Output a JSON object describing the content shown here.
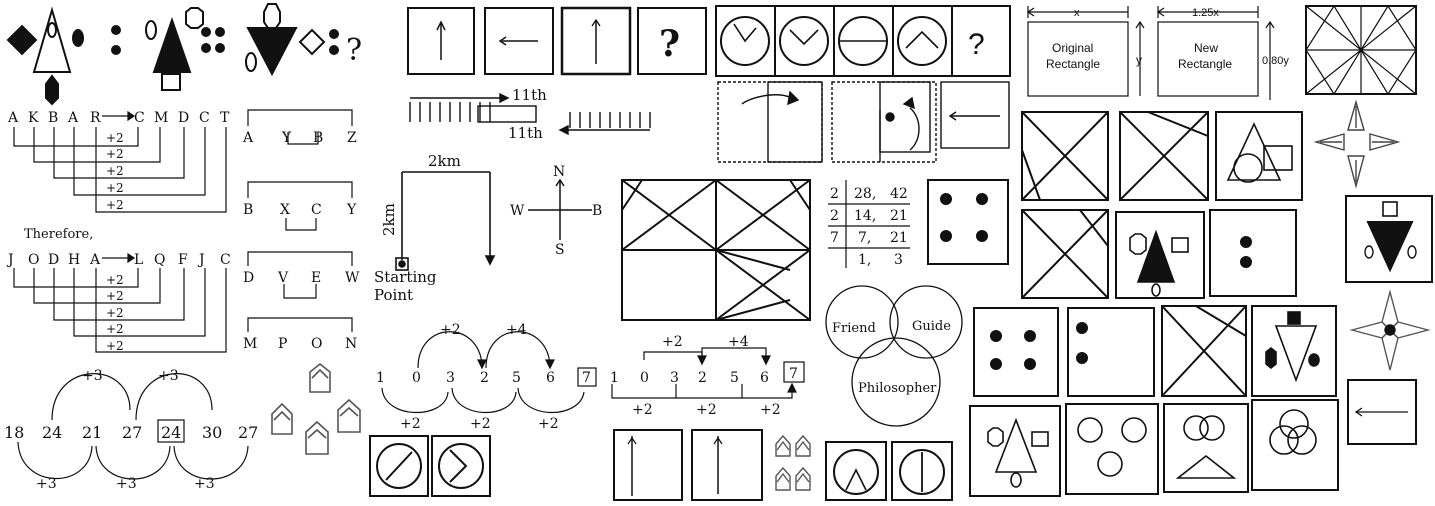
{
  "letters": {
    "row1": [
      "A",
      "K",
      "B",
      "A",
      "R",
      "C",
      "M",
      "D",
      "C",
      "T"
    ],
    "row2": [
      "J",
      "O",
      "D",
      "H",
      "A",
      "L",
      "Q",
      "F",
      "J",
      "C"
    ],
    "plus": "+2",
    "therefore": "Therefore,"
  },
  "pairs": [
    {
      "l": "A",
      "a": "Y",
      "b": "B",
      "r": "Z"
    },
    {
      "l": "B",
      "a": "X",
      "b": "C",
      "r": "Y"
    },
    {
      "l": "D",
      "a": "V",
      "b": "E",
      "r": "W"
    },
    {
      "l": "M",
      "a": "P",
      "b": "O",
      "r": "N"
    }
  ],
  "series1": {
    "nums": [
      "18",
      "24",
      "21",
      "27",
      "24",
      "30",
      "27"
    ],
    "step": "+3"
  },
  "series2": {
    "nums": [
      "1",
      "0",
      "3",
      "2",
      "5",
      "6",
      "7"
    ],
    "step_a": "+2",
    "step_b": "+4",
    "step_c": "+2"
  },
  "question_mark": "?",
  "ranks": [
    "11th",
    "11th"
  ],
  "distance": {
    "top": "2km",
    "side": "2km",
    "start1": "Starting",
    "start2": "Point"
  },
  "compass": {
    "n": "N",
    "s": "S",
    "e": "B",
    "w": "W"
  },
  "division": [
    [
      "2",
      "28,",
      "42"
    ],
    [
      "2",
      "14,",
      "21"
    ],
    [
      "7",
      "7,",
      "21"
    ],
    [
      "",
      "1,",
      "3"
    ]
  ],
  "venn": {
    "a": "Friend",
    "b": "Guide",
    "c": "Philosopher"
  },
  "rect": {
    "w1": "x",
    "w2": "1.25x",
    "h1": "y",
    "h2": "0.80y",
    "label1a": "Original",
    "label1b": "Rectangle",
    "label2a": "New",
    "label2b": "Rectangle"
  }
}
